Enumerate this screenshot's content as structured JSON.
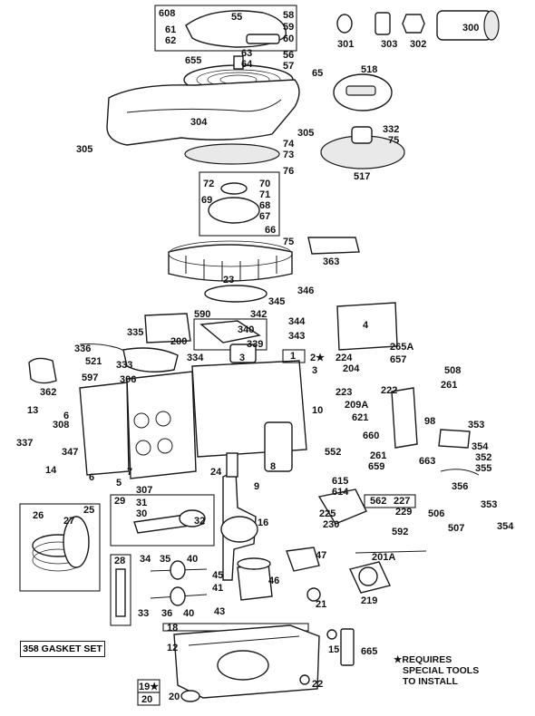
{
  "diagram": {
    "labels": {
      "p608": "608",
      "p55": "55",
      "p58": "58",
      "p59": "59",
      "p60": "60",
      "p61": "61",
      "p62": "62",
      "p63": "63",
      "p64": "64",
      "p56": "56",
      "p57": "57",
      "p655": "655",
      "p65": "65",
      "p304": "304",
      "p305a": "305",
      "p305b": "305",
      "p301": "301",
      "p303": "303",
      "p302": "302",
      "p300": "300",
      "p518": "518",
      "p332": "332",
      "p75a": "75",
      "p517": "517",
      "p74": "74",
      "p73": "73",
      "p76": "76",
      "p72": "72",
      "p70": "70",
      "p71": "71",
      "p69": "69",
      "p68": "68",
      "p67": "67",
      "p66": "66",
      "p75b": "75",
      "p23": "23",
      "p363": "363",
      "p346": "346",
      "p345": "345",
      "p590": "590",
      "p342": "342",
      "p344": "344",
      "p343": "343",
      "p340": "340",
      "p339": "339",
      "p4": "4",
      "p335": "335",
      "p200": "200",
      "p336": "336",
      "p521": "521",
      "p333": "333",
      "p334": "334",
      "p2": "2★",
      "p3a": "3",
      "p3b": "3",
      "p1": "1",
      "p224": "224",
      "p204": "204",
      "p265a": "265A",
      "p657": "657",
      "p508": "508",
      "p362": "362",
      "p597": "597",
      "p306": "306",
      "p222": "222",
      "p261a": "261",
      "p223": "223",
      "p13": "13",
      "p6a": "6",
      "p308": "308",
      "p209a": "209A",
      "p10": "10",
      "p621": "621",
      "p98": "98",
      "p353a": "353",
      "p337": "337",
      "p347": "347",
      "p660": "660",
      "p552": "552",
      "p261b": "261",
      "p659": "659",
      "p354a": "354",
      "p352": "352",
      "p663": "663",
      "p355": "355",
      "p14": "14",
      "p6b": "6",
      "p7": "7",
      "p5": "5",
      "p24": "24",
      "p8": "8",
      "p9": "9",
      "p356": "356",
      "p307": "307",
      "p615": "615",
      "p614": "614",
      "p562": "562",
      "p227": "227",
      "p229": "229",
      "p506": "506",
      "p353b": "353",
      "p29": "29",
      "p31": "31",
      "p30": "30",
      "p32": "32",
      "p16": "16",
      "p225": "225",
      "p230": "230",
      "p592": "592",
      "p507": "507",
      "p354b": "354",
      "p26": "26",
      "p27": "27",
      "p25": "25",
      "p47": "47",
      "p201a": "201A",
      "p28": "28",
      "p34": "34",
      "p35": "35",
      "p40a": "40",
      "p45": "45",
      "p46": "46",
      "p41": "41",
      "p33": "33",
      "p36": "36",
      "p40b": "40",
      "p43": "43",
      "p219": "219",
      "p21": "21",
      "p18": "18",
      "p12": "12",
      "p15": "15",
      "p665": "665",
      "p19": "19★",
      "p20a": "20",
      "p20b": "20",
      "p22": "22"
    },
    "gasket_set": "358 GASKET SET",
    "note_line1": "★REQUIRES",
    "note_line2": "SPECIAL TOOLS",
    "note_line3": "TO INSTALL"
  }
}
